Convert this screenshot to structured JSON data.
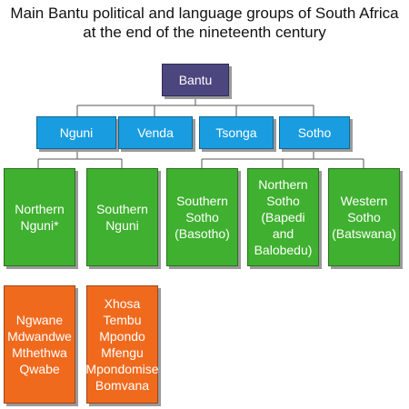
{
  "title": {
    "line1": "Main Bantu political and language groups of South Africa",
    "line2": "at the end of the nineteenth century"
  },
  "colors": {
    "root": "#4b467e",
    "language_group": "#1a9de0",
    "subgroup": "#3fb02f",
    "peoples": "#f06a1e"
  },
  "nodes": {
    "root": "Bantu",
    "groups": [
      "Nguni",
      "Venda",
      "Tsonga",
      "Sotho"
    ],
    "subgroups": [
      "Northern\nNguni*",
      "Southern\nNguni",
      "Southern\nSotho\n(Basotho)",
      "Northern\nSotho\n(Bapedi\nand\nBalobedu)",
      "Western\nSotho\n(Batswana)"
    ],
    "peoples": [
      "Ngwane\nMdwandwe\nMthethwa\nQwabe",
      "Xhosa\nTembu\nMpondo\nMfengu\nMpondomise\nBomvana"
    ]
  }
}
